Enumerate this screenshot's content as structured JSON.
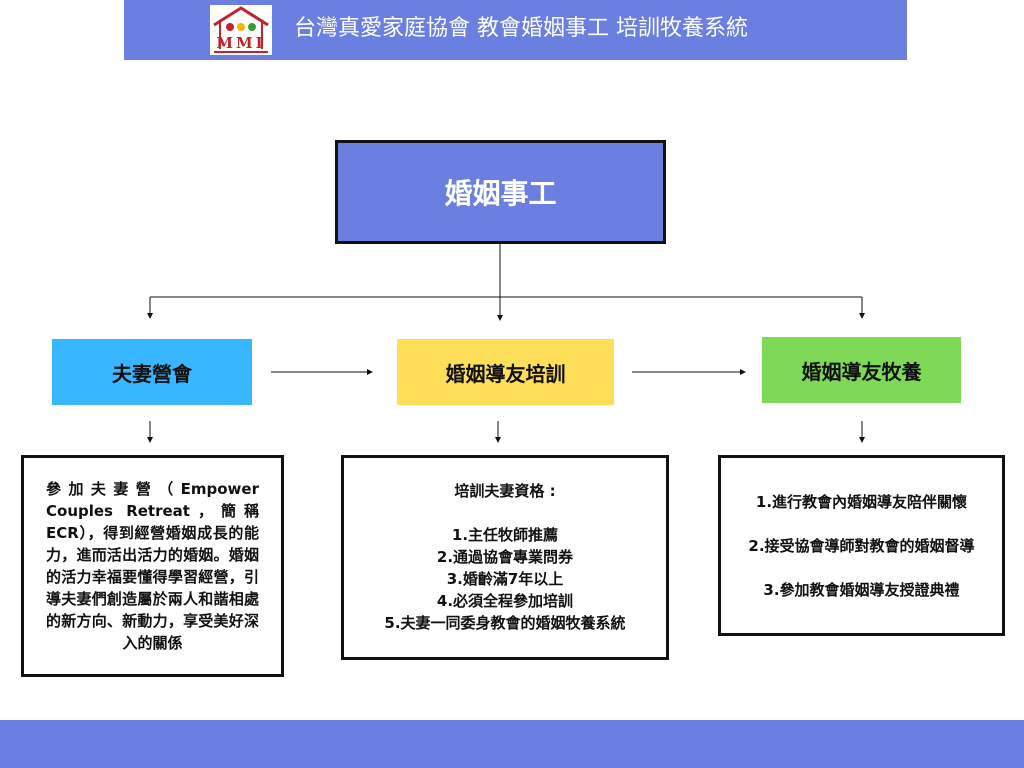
{
  "header": {
    "logo_text": "MMI",
    "title": "台灣真愛家庭協會 教會婚姻事工 培訓牧養系統"
  },
  "colors": {
    "brand": "#6b7fe0",
    "category_1": "#38b6ff",
    "category_2": "#ffde59",
    "category_3": "#7ed957",
    "logo_red": "#c0232b",
    "logo_yellow": "#f4b400",
    "logo_green": "#3a9a3a"
  },
  "root": {
    "label": "婚姻事工"
  },
  "categories": [
    {
      "label": "夫妻營會"
    },
    {
      "label": "婚姻導友培訓"
    },
    {
      "label": "婚姻導友牧養"
    }
  ],
  "details": {
    "camp": {
      "text": "參加夫妻營（Empower Couples Retreat，簡稱ECR），得到經營婚姻成長的能力，進而活出活力的婚姻。婚姻的活力幸福要懂得學習經營，引導夫妻們創造屬於兩人和諧相處的新方向、新動力，享受美好深入的關係"
    },
    "training": {
      "heading": "培訓夫妻資格 :",
      "items": [
        "1.主任牧師推薦",
        "2.通過協會專業問券",
        "3.婚齡滿7年以上",
        "4.必須全程參加培訓",
        "5.夫妻一同委身教會的婚姻牧養系統"
      ]
    },
    "pastoral": {
      "items": [
        "1.進行教會內婚姻導友陪伴關懷",
        "2.接受協會導師對教會的婚姻督導",
        "3.參加教會婚姻導友授證典禮"
      ]
    }
  }
}
